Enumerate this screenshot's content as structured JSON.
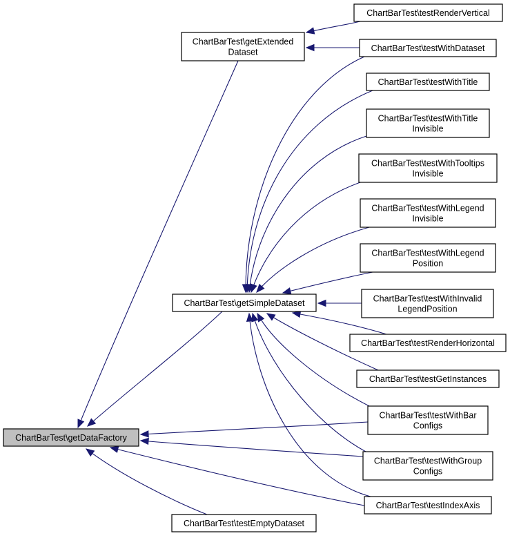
{
  "diagram": {
    "type": "doxygen-caller-graph",
    "root": "getDataFactory",
    "colors": {
      "edge": "#191970",
      "root_fill": "#bfbfbf",
      "node_fill": "#ffffff",
      "node_border": "#000000"
    },
    "nodes": [
      {
        "id": "getDataFactory",
        "lines": [
          "ChartBarTest\\getDataFactory"
        ],
        "root": true
      },
      {
        "id": "getExtendedDataset",
        "lines": [
          "ChartBarTest\\getExtended",
          "Dataset"
        ]
      },
      {
        "id": "getSimpleDataset",
        "lines": [
          "ChartBarTest\\getSimpleDataset"
        ]
      },
      {
        "id": "testEmptyDataset",
        "lines": [
          "ChartBarTest\\testEmptyDataset"
        ]
      },
      {
        "id": "testRenderVertical",
        "lines": [
          "ChartBarTest\\testRenderVertical"
        ]
      },
      {
        "id": "testWithDataset",
        "lines": [
          "ChartBarTest\\testWithDataset"
        ]
      },
      {
        "id": "testWithTitle",
        "lines": [
          "ChartBarTest\\testWithTitle"
        ]
      },
      {
        "id": "testWithTitleInvisible",
        "lines": [
          "ChartBarTest\\testWithTitle",
          "Invisible"
        ]
      },
      {
        "id": "testWithTooltipsInvisible",
        "lines": [
          "ChartBarTest\\testWithTooltips",
          "Invisible"
        ]
      },
      {
        "id": "testWithLegendInvisible",
        "lines": [
          "ChartBarTest\\testWithLegend",
          "Invisible"
        ]
      },
      {
        "id": "testWithLegendPosition",
        "lines": [
          "ChartBarTest\\testWithLegend",
          "Position"
        ]
      },
      {
        "id": "testWithInvalidLegendPosition",
        "lines": [
          "ChartBarTest\\testWithInvalid",
          "LegendPosition"
        ]
      },
      {
        "id": "testRenderHorizontal",
        "lines": [
          "ChartBarTest\\testRenderHorizontal"
        ]
      },
      {
        "id": "testGetInstances",
        "lines": [
          "ChartBarTest\\testGetInstances"
        ]
      },
      {
        "id": "testWithBarConfigs",
        "lines": [
          "ChartBarTest\\testWithBar",
          "Configs"
        ]
      },
      {
        "id": "testWithGroupConfigs",
        "lines": [
          "ChartBarTest\\testWithGroup",
          "Configs"
        ]
      },
      {
        "id": "testIndexAxis",
        "lines": [
          "ChartBarTest\\testIndexAxis"
        ]
      }
    ],
    "edges": [
      {
        "from": "getExtendedDataset",
        "to": "getDataFactory"
      },
      {
        "from": "getSimpleDataset",
        "to": "getDataFactory"
      },
      {
        "from": "testWithBarConfigs",
        "to": "getDataFactory"
      },
      {
        "from": "testWithGroupConfigs",
        "to": "getDataFactory"
      },
      {
        "from": "testIndexAxis",
        "to": "getDataFactory"
      },
      {
        "from": "testEmptyDataset",
        "to": "getDataFactory"
      },
      {
        "from": "testRenderVertical",
        "to": "getExtendedDataset"
      },
      {
        "from": "testWithDataset",
        "to": "getExtendedDataset"
      },
      {
        "from": "testWithDataset",
        "to": "getSimpleDataset"
      },
      {
        "from": "testWithTitle",
        "to": "getSimpleDataset"
      },
      {
        "from": "testWithTitleInvisible",
        "to": "getSimpleDataset"
      },
      {
        "from": "testWithTooltipsInvisible",
        "to": "getSimpleDataset"
      },
      {
        "from": "testWithLegendInvisible",
        "to": "getSimpleDataset"
      },
      {
        "from": "testWithLegendPosition",
        "to": "getSimpleDataset"
      },
      {
        "from": "testWithInvalidLegendPosition",
        "to": "getSimpleDataset"
      },
      {
        "from": "testRenderHorizontal",
        "to": "getSimpleDataset"
      },
      {
        "from": "testGetInstances",
        "to": "getSimpleDataset"
      },
      {
        "from": "testWithBarConfigs",
        "to": "getSimpleDataset"
      },
      {
        "from": "testWithGroupConfigs",
        "to": "getSimpleDataset"
      },
      {
        "from": "testIndexAxis",
        "to": "getSimpleDataset"
      }
    ]
  }
}
